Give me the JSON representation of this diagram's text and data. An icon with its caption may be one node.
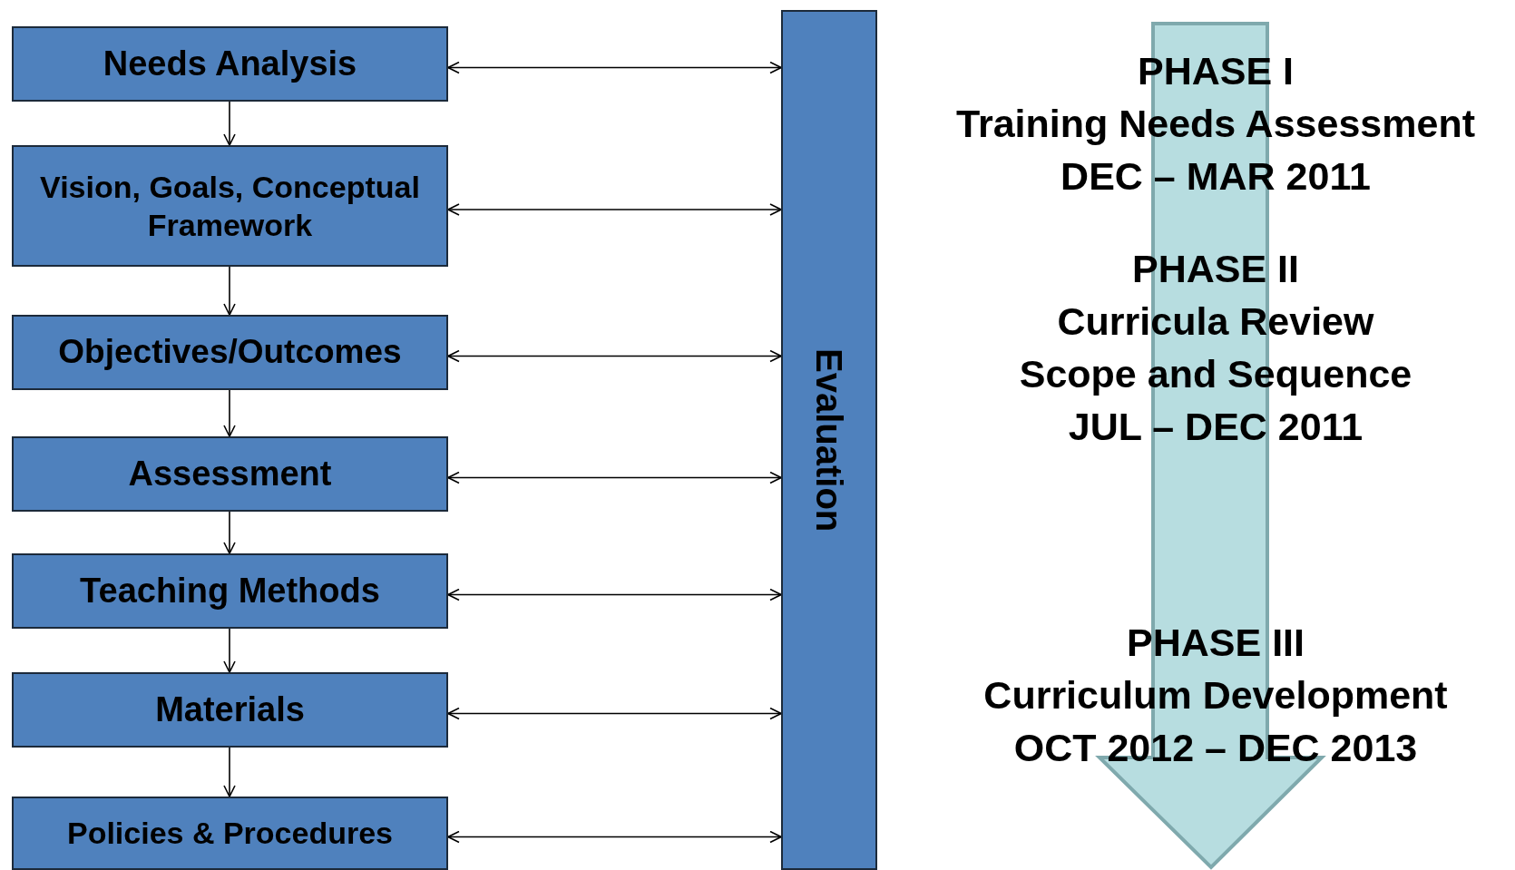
{
  "diagram": {
    "nodes": [
      {
        "text": [
          "Needs Analysis"
        ]
      },
      {
        "text": [
          "Vision, Goals, Conceptual Framework"
        ]
      },
      {
        "text": [
          "Objectives/Outcomes"
        ]
      },
      {
        "text": [
          "Assessment"
        ]
      },
      {
        "text": [
          "Teaching Methods"
        ]
      },
      {
        "text": [
          "Materials"
        ]
      },
      {
        "text": [
          "Policies & Procedures"
        ]
      },
      {
        "text": [
          "Evaluation"
        ]
      },
      {
        "text": [
          "PHASE I",
          "Training Needs Assessment",
          "DEC – MAR 2011",
          "PHASE II",
          "Curricula Review",
          "Scope and Sequence",
          "JUL – DEC 2011",
          "PHASE III",
          "Curriculum Development",
          "OCT 2012 – DEC 2013"
        ]
      }
    ],
    "edges": [
      {
        "from": 0,
        "to": 1,
        "arrow": "to"
      },
      {
        "from": 1,
        "to": 2,
        "arrow": "to"
      },
      {
        "from": 2,
        "to": 3,
        "arrow": "to"
      },
      {
        "from": 3,
        "to": 4,
        "arrow": "to"
      },
      {
        "from": 4,
        "to": 5,
        "arrow": "to"
      },
      {
        "from": 5,
        "to": 6,
        "arrow": "to"
      },
      {
        "from": 0,
        "to": 7,
        "arrow": "both"
      },
      {
        "from": 1,
        "to": 7,
        "arrow": "both"
      },
      {
        "from": 2,
        "to": 7,
        "arrow": "both"
      },
      {
        "from": 3,
        "to": 7,
        "arrow": "both"
      },
      {
        "from": 4,
        "to": 7,
        "arrow": "both"
      },
      {
        "from": 5,
        "to": 7,
        "arrow": "both"
      },
      {
        "from": 6,
        "to": 7,
        "arrow": "both"
      }
    ]
  }
}
